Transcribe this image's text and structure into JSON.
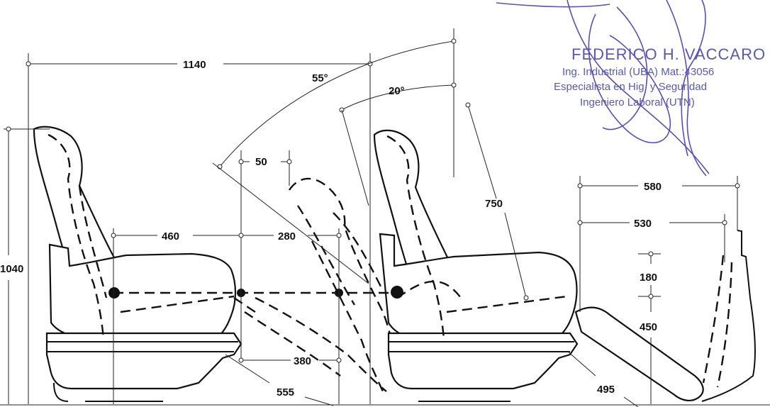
{
  "dimensions": {
    "overall_length": "1140",
    "angle_recline": "55°",
    "angle_back": "20°",
    "offset_top": "50",
    "seat_depth": "460",
    "recline_offset": "280",
    "total_height": "1040",
    "footrest_travel": "380",
    "footrest_length": "555",
    "backrest_length": "750",
    "side_width_outer": "580",
    "side_width_inner": "530",
    "armrest_height": "180",
    "seat_height": "450",
    "leg_length": "495"
  },
  "stamp": {
    "name": "FEDERICO H. VACCARO",
    "line1": "Ing. Industrial (UBA) Mat.:43056",
    "line2": "Especialista en Hig. y Seguridad",
    "line3": "Ingeniero Laboral (UTN)",
    "color": "#5a58a8"
  }
}
